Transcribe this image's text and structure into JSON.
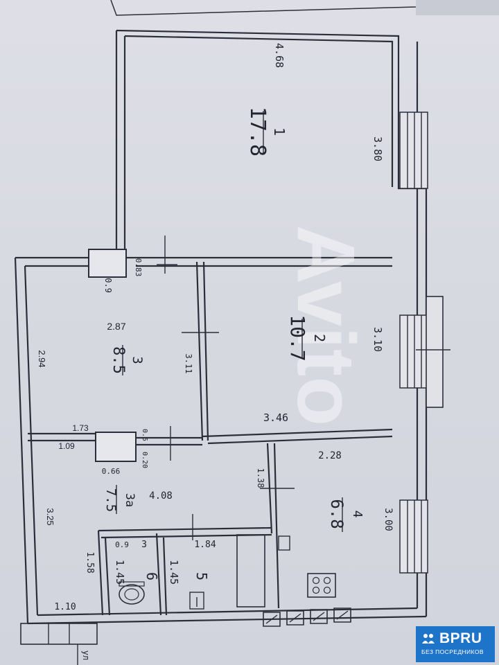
{
  "plan": {
    "rooms": [
      {
        "id": "1",
        "area": "17.8"
      },
      {
        "id": "2",
        "area": "10.7"
      },
      {
        "id": "3",
        "area": "8.5"
      },
      {
        "id": "3a",
        "area": "7.5"
      },
      {
        "id": "4",
        "area": "6.8"
      },
      {
        "id": "5",
        "area": "1.45"
      },
      {
        "id": "6",
        "area": "1.45"
      }
    ],
    "dimensions": {
      "room1_width": "4.68",
      "room1_height": "3.80",
      "room2_height": "3.10",
      "room2_width": "3.46",
      "room2_partition": "3.11",
      "room3_width": "2.87",
      "room3_height": "2.94",
      "closet_a": "0.9",
      "closet_b": "0.83",
      "hall_width_a": "1.73",
      "hall_width_b": "1.09",
      "door_a": "0.5",
      "door_b": "0.20",
      "door_c": "0.66",
      "hall_length": "4.08",
      "hall_height": "3.25",
      "hall_lower": "1.58",
      "entry": "1.10",
      "kitchen_width": "2.28",
      "kitchen_height": "3.00",
      "kitchen_partition": "1.38",
      "bath_height": "1.84",
      "wc_a": "0.9",
      "wc_b": "3",
      "corner_label": "ул"
    },
    "watermark": "Avito"
  },
  "badge": {
    "logo": "BPRU",
    "subtitle": "БЕЗ ПОСРЕДНИКОВ"
  }
}
